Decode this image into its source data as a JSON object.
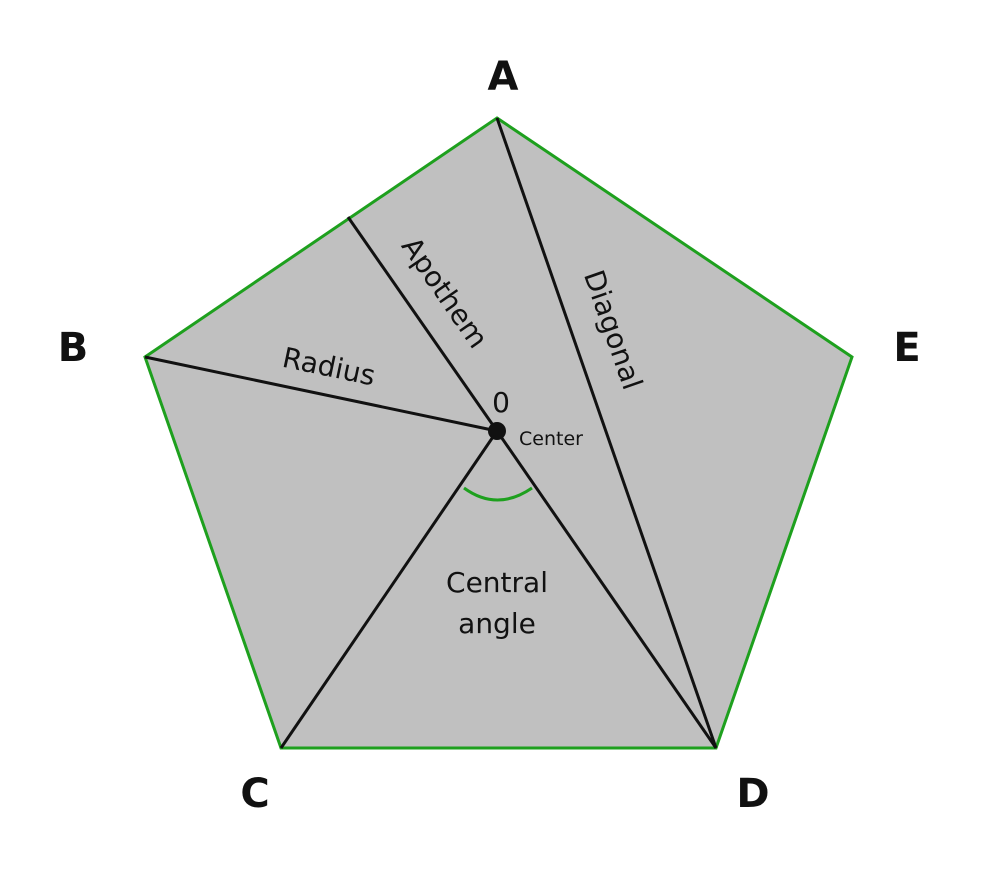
{
  "vertices": {
    "a": "A",
    "b": "B",
    "c": "C",
    "d": "D",
    "e": "E"
  },
  "parts": {
    "apothem": "Apothem",
    "diagonal": "Diagonal",
    "radius": "Radius",
    "center_mark": "0",
    "center": "Center",
    "central_angle_line1": "Central",
    "central_angle_line2": "angle"
  },
  "colors": {
    "fill": "#c0c0c0",
    "edge": "#1ea01e",
    "line": "#111111"
  }
}
